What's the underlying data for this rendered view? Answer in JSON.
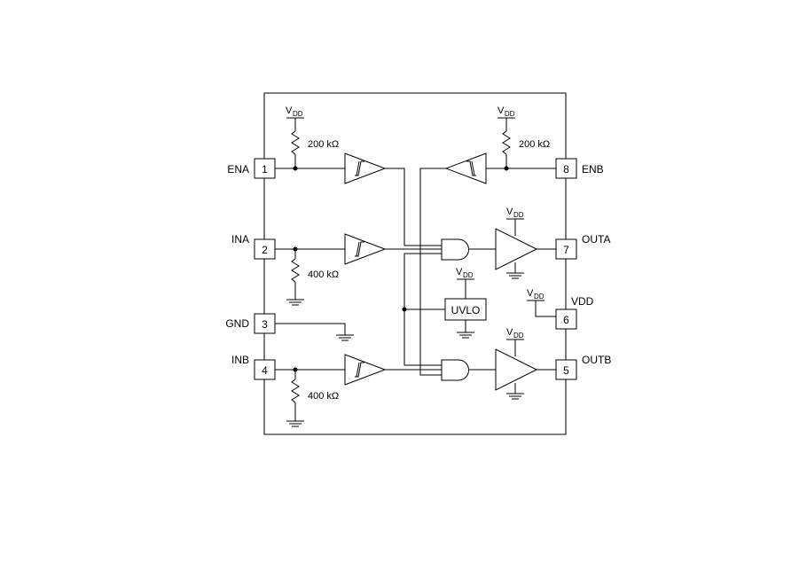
{
  "pins": {
    "p1": {
      "number": "1",
      "name": "ENA"
    },
    "p2": {
      "number": "2",
      "name": "INA"
    },
    "p3": {
      "number": "3",
      "name": "GND"
    },
    "p4": {
      "number": "4",
      "name": "INB"
    },
    "p5": {
      "number": "5",
      "name": "OUTB"
    },
    "p6": {
      "number": "6",
      "name": "VDD"
    },
    "p7": {
      "number": "7",
      "name": "OUTA"
    },
    "p8": {
      "number": "8",
      "name": "ENB"
    }
  },
  "supply": {
    "main": "V",
    "sub": "DD"
  },
  "resistors": {
    "ena_pullup": "200 kΩ",
    "enb_pullup": "200 kΩ",
    "ina_pulldown": "400 kΩ",
    "inb_pulldown": "400 kΩ"
  },
  "blocks": {
    "uvlo": "UVLO"
  }
}
